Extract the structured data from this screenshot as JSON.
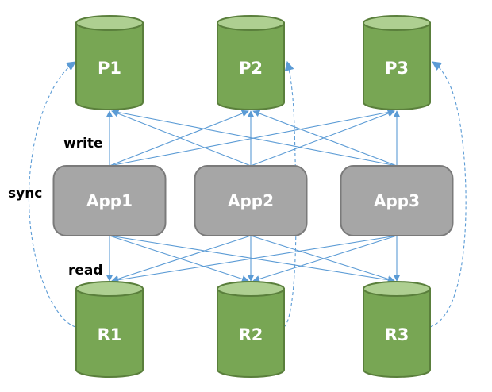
{
  "diagram": {
    "primaries": [
      {
        "id": "p1",
        "label": "P1"
      },
      {
        "id": "p2",
        "label": "P2"
      },
      {
        "id": "p3",
        "label": "P3"
      }
    ],
    "apps": [
      {
        "id": "app1",
        "label": "App1"
      },
      {
        "id": "app2",
        "label": "App2"
      },
      {
        "id": "app3",
        "label": "App3"
      }
    ],
    "replicas": [
      {
        "id": "r1",
        "label": "R1"
      },
      {
        "id": "r2",
        "label": "R2"
      },
      {
        "id": "r3",
        "label": "R3"
      }
    ],
    "labels": {
      "write": "write",
      "read": "read",
      "sync": "sync"
    },
    "edges": {
      "write": "every app writes to every primary",
      "read": "every app reads from every replica",
      "sync": "each replica syncs to its primary (dashed)"
    },
    "colors": {
      "cylinder_body": "#78a654",
      "cylinder_top": "#aecf91",
      "cylinder_stroke": "#5a7f3c",
      "app_fill": "#a6a6a6",
      "app_stroke": "#7a7a7a",
      "arrow": "#5b9bd5",
      "text_on_shape": "#ffffff",
      "text_side": "#000000"
    }
  }
}
